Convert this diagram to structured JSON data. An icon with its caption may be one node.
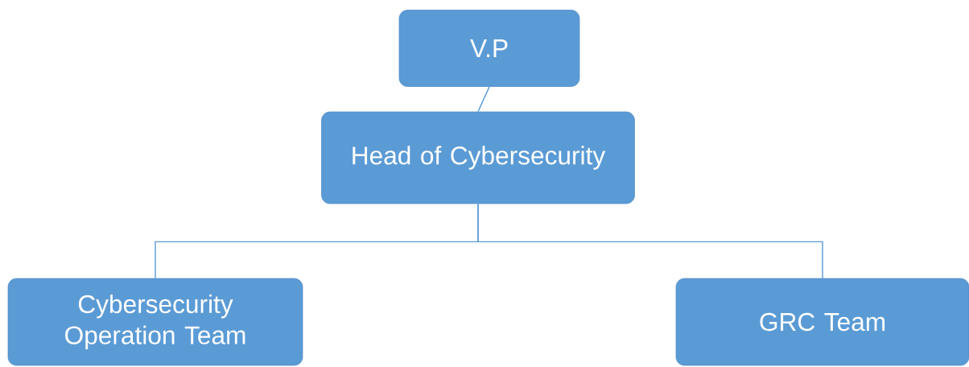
{
  "diagram": {
    "nodes": [
      {
        "text": [
          "V.P"
        ]
      },
      {
        "text": [
          "Head of Cybersecurity"
        ]
      },
      {
        "text": [
          "Cybersecurity Operation Team"
        ]
      },
      {
        "text": [
          "GRC Team"
        ]
      }
    ],
    "edges": [
      {
        "from": 0,
        "to": 1,
        "arrow": "none"
      },
      {
        "from": 1,
        "to": 2,
        "arrow": "none"
      },
      {
        "from": 1,
        "to": 3,
        "arrow": "none"
      }
    ]
  }
}
